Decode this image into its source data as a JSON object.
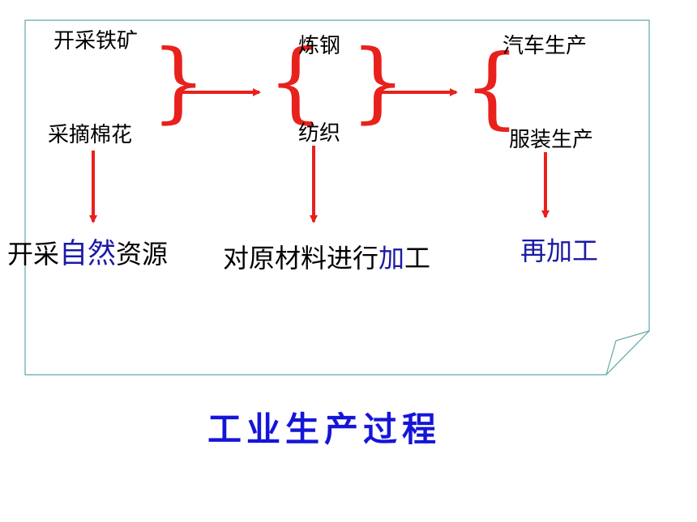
{
  "diagram": {
    "title": "工业生产过程",
    "stage1": {
      "top": "开采铁矿",
      "bottom": "采摘棉花",
      "label_black_1": "开采",
      "label_blue": "自然",
      "label_black_2": "资源"
    },
    "stage2": {
      "top": "炼钢",
      "bottom": "纺织",
      "label_black": "对原材料进行",
      "label_blue": "加",
      "label_black_2": "工"
    },
    "stage3": {
      "top": "汽车生产",
      "bottom": "服装生产",
      "label_blue": "再加工"
    },
    "colors": {
      "arrow": "#e8211d",
      "frame": "#5fa7a7",
      "title": "#1515d8",
      "label_blue": "#1a1aa6"
    }
  }
}
